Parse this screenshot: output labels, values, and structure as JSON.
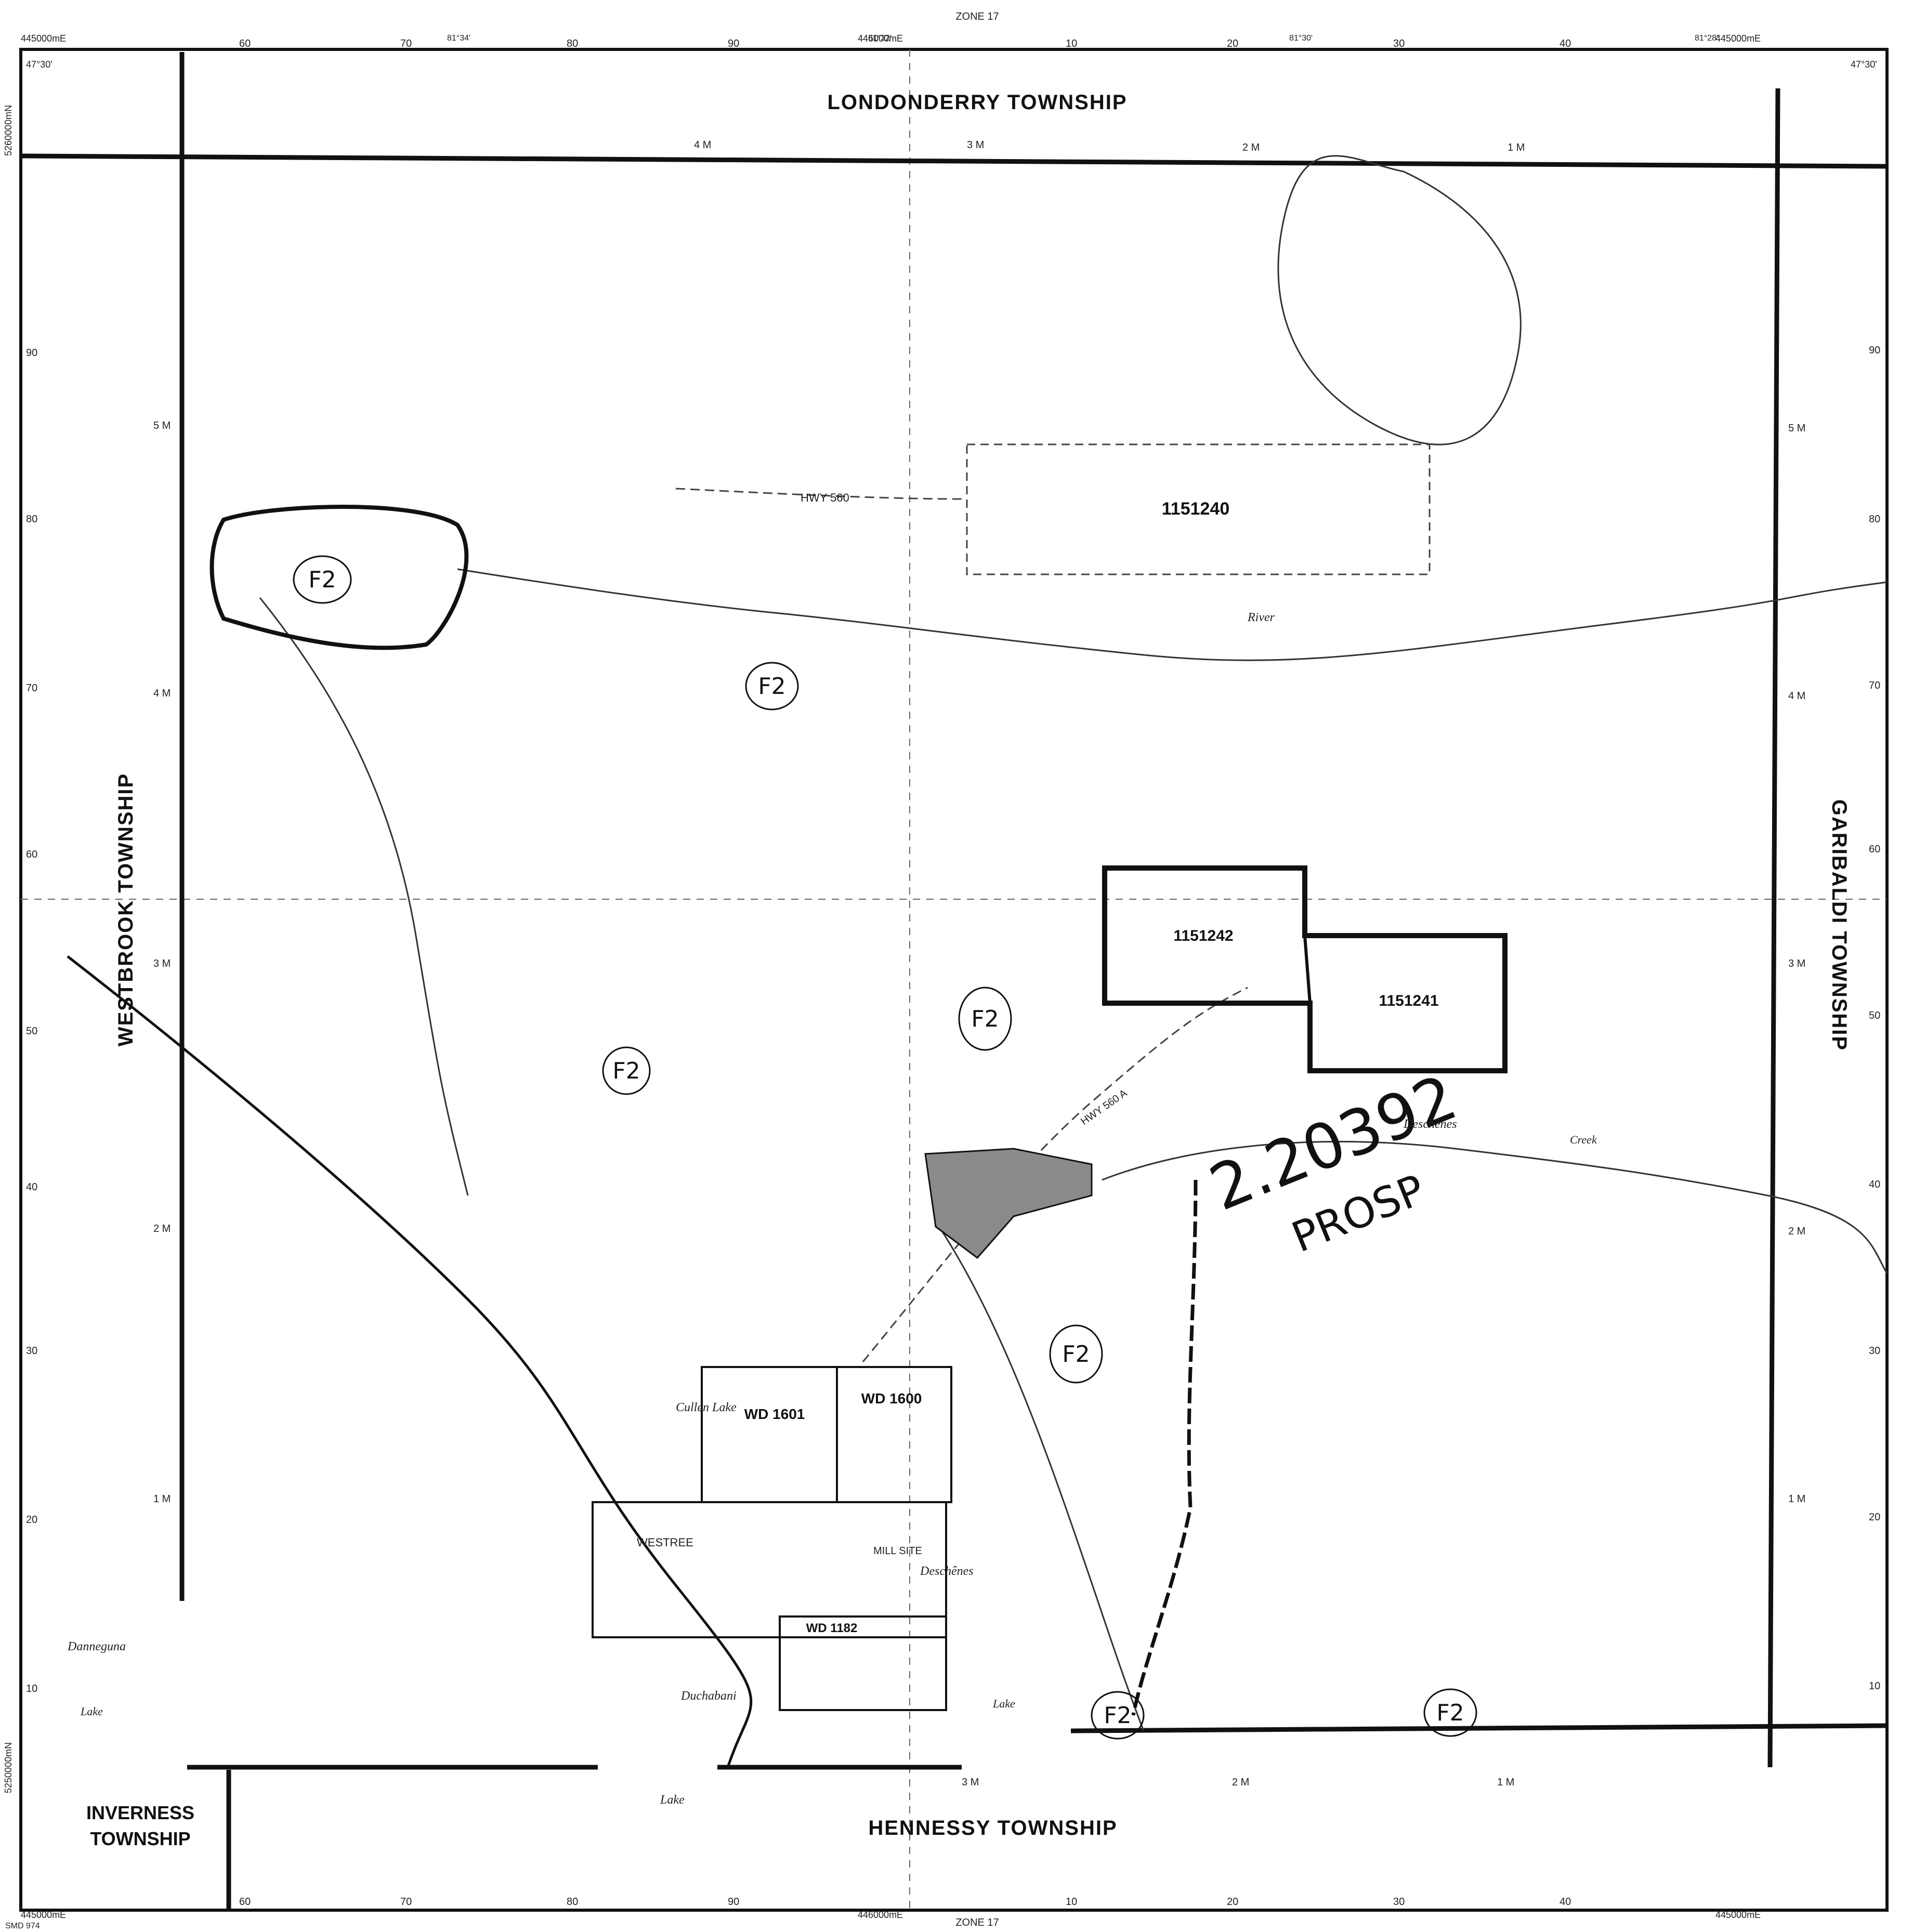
{
  "zone_label": "ZONE 17",
  "townships": {
    "north": "LONDONDERRY TOWNSHIP",
    "west": "WESTBROOK TOWNSHIP",
    "east": "GARIBALDI TOWNSHIP",
    "south": "HENNESSY TOWNSHIP",
    "southwest_line1": "INVERNESS",
    "southwest_line2": "TOWNSHIP"
  },
  "claims": {
    "c1151240": "1151240",
    "c1151242": "1151242",
    "c1151241": "1151241"
  },
  "handwritten": {
    "file_number": "2.20392",
    "status": "PROSP",
    "f2": "F2"
  },
  "features": {
    "river": "River",
    "deschenes_a": "Deschênes",
    "deschenes_b": "Deschênes",
    "creek": "Creek",
    "cullen_lake": "Cullen Lake",
    "danneguna": "Danneguna",
    "duchabani": "Duchabani",
    "lake_a": "Lake",
    "lake_b": "Lake",
    "lake_c": "Lake",
    "westree": "WESTREE",
    "hwy_560": "HWY 560",
    "hwy_560a": "HWY 560 A",
    "mill_site": "MILL SITE",
    "wd_1600": "WD 1600",
    "wd_1601": "WD 1601",
    "wd_1182": "WD 1182"
  },
  "grid": {
    "top_left_easting": "445000mE",
    "top_mid_easting": "446000mE",
    "top_right_easting": "445000mE",
    "bottom_left_easting": "445000mE",
    "bottom_mid_easting": "446000mE",
    "bottom_right_easting": "445000mE",
    "northing_top": "5260000mN",
    "northing_bottom": "5250000mN",
    "top_ticks": [
      "60",
      "70",
      "80",
      "90",
      "10",
      "20",
      "30",
      "40"
    ],
    "bottom_ticks": [
      "60",
      "70",
      "80",
      "90",
      "10",
      "20",
      "30",
      "40"
    ],
    "left_ticks": [
      "90",
      "80",
      "70",
      "60",
      "50",
      "40",
      "30",
      "20",
      "10"
    ],
    "right_ticks": [
      "90",
      "80",
      "70",
      "60",
      "50",
      "40",
      "30",
      "20",
      "10"
    ],
    "mile_top": [
      "4 M",
      "3 M",
      "2 M",
      "1 M"
    ],
    "mile_left": [
      "5 M",
      "4 M",
      "3 M",
      "2 M",
      "1 M"
    ],
    "mile_right": [
      "5 M",
      "4 M",
      "3 M",
      "2 M",
      "1 M"
    ],
    "mile_bottom": [
      "3 M",
      "2 M",
      "1 M"
    ],
    "lat_top_left": "47°30'",
    "lat_top_right": "47°30'",
    "long_top": [
      "81°34'",
      "81°32'",
      "81°30'",
      "81°28'"
    ]
  },
  "sheet_ref": "SMD 974",
  "colors": {
    "ink": "#111111",
    "paper": "#ffffff",
    "town_fill": "#8a8a8a"
  }
}
